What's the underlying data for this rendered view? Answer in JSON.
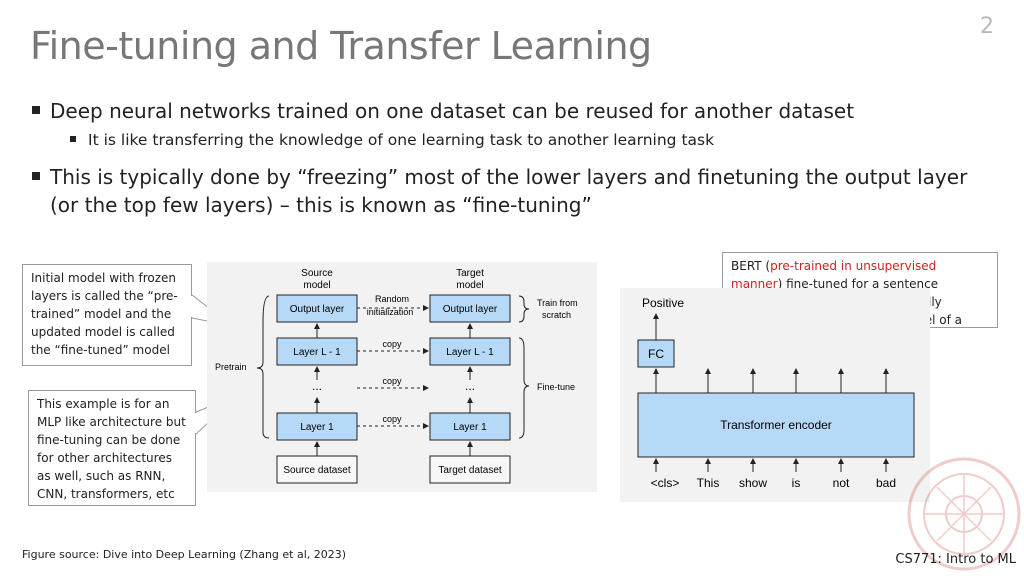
{
  "slide_number": "2",
  "title": "Fine-tuning and Transfer Learning",
  "bullets": {
    "b1": "Deep neural networks trained on one dataset can be reused for another dataset",
    "b1_sub": "It is like transferring the knowledge of one learning task to another learning task",
    "b2": "This is typically done by “freezing” most of the lower layers and finetuning the output layer (or the top few layers) – this is known as “fine-tuning”"
  },
  "callouts": {
    "frozen": "Initial model with frozen layers is called the “pre-trained” model and the updated model is called the “fine-tuned” model",
    "mlp": "This example is for an MLP like architecture but fine-tuning can be done for other architectures as well, such as RNN, CNN, transformers, etc",
    "bert_prefix": "BERT (",
    "bert_red": "pre-trained in unsupervised manner",
    "bert_suffix": ") fine-tuned for a sentence classification task by adding a fully connect MLP to predict class-label of a sentence"
  },
  "diagram": {
    "source_model": [
      "Source",
      "model"
    ],
    "target_model": [
      "Target",
      "model"
    ],
    "output_layer": "Output layer",
    "layer_l1": "Layer L - 1",
    "layer_1": "Layer 1",
    "dots": "...",
    "source_dataset": "Source dataset",
    "target_dataset": "Target dataset",
    "random_init": [
      "Random",
      "initialization"
    ],
    "copy": "copy",
    "train_scratch": [
      "Train from",
      "scratch"
    ],
    "pretrain": "Pretrain",
    "finetune": "Fine-tune"
  },
  "bert_diagram": {
    "positive": "Positive",
    "fc": "FC",
    "encoder": "Transformer encoder",
    "tokens": [
      "<cls>",
      "This",
      "show",
      "is",
      "not",
      "bad"
    ]
  },
  "footer": {
    "figure_source": "Figure source: Dive into Deep Learning (Zhang et al, 2023)",
    "course": "CS771: Intro to ML"
  },
  "colors": {
    "box_fill": "#b6d9f7",
    "box_stroke": "#222222",
    "accent_red": "#cc2222"
  }
}
